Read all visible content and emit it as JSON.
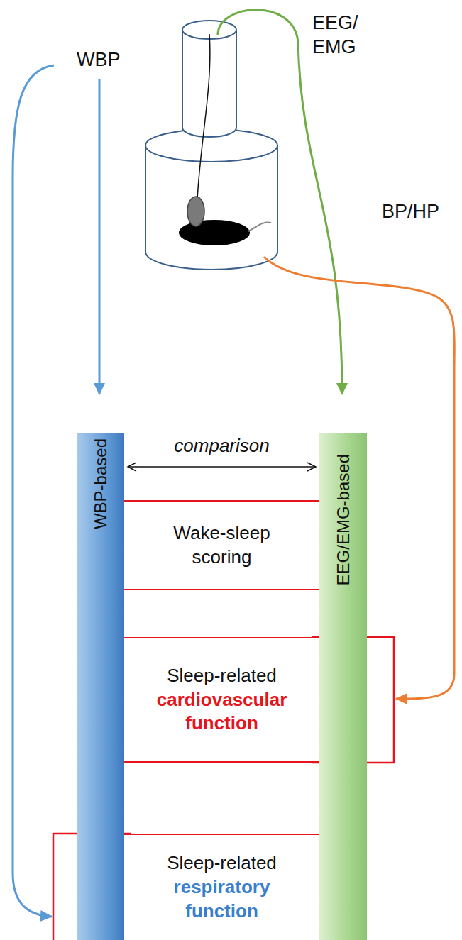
{
  "diagram": {
    "nodes": [
      {
        "text": [
          "WBP-based"
        ]
      },
      {
        "text": [
          "EEG/EMG-based"
        ]
      },
      {
        "text": [
          "Wake-sleep scoring"
        ]
      },
      {
        "text": [
          "Sleep-related",
          "cardiovascular function"
        ]
      },
      {
        "text": [
          "Sleep-related",
          "respiratory function"
        ]
      }
    ],
    "edges": [
      {
        "from": 0,
        "to": 1,
        "label": "comparison",
        "arrow": "both"
      }
    ],
    "labels": [
      "WBP",
      "EEG/ EMG",
      "BP/HP"
    ]
  }
}
